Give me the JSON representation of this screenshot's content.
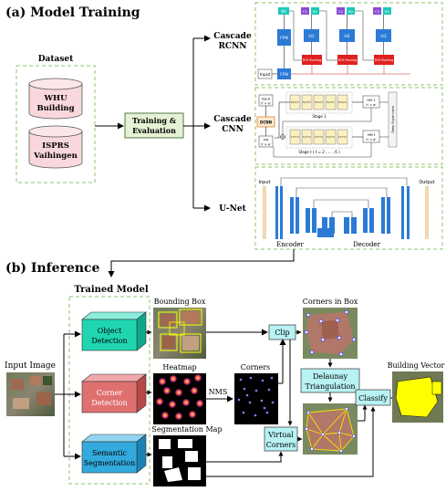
{
  "sections": {
    "training_title": "(a) Model Training",
    "inference_title": "(b) Inference"
  },
  "training": {
    "dataset_label": "Dataset",
    "datasets": [
      {
        "line1": "WHU",
        "line2": "Building"
      },
      {
        "line1": "ISPRS",
        "line2": "Vaihingen"
      }
    ],
    "process": {
      "line1": "Training &",
      "line2": "Evaluation"
    },
    "models": [
      {
        "line1": "Cascade",
        "line2": "RCNN"
      },
      {
        "line1": "Cascade",
        "line2": "CNN"
      },
      {
        "line1": "U-Net",
        "line2": ""
      }
    ],
    "rcnn_diagram": {
      "input": "Input",
      "fpn_top": "FPN",
      "fpn_bottom": "FPN",
      "heads": [
        "H1",
        "H2",
        "H3"
      ],
      "pooling": "ROI Pooling",
      "c_labels": [
        "C1",
        "C2",
        "C3"
      ],
      "b_labels": [
        "B1",
        "B2",
        "B3"
      ],
      "b0": "B0"
    },
    "cnn_diagram": {
      "input": "Input",
      "input_dims": "h' × w'",
      "dcnn": "DCNN",
      "fm": "FM",
      "fm_dims": "h' × w'",
      "conv_top": "3×3 C'",
      "conv_bottom": "7×7 C'",
      "hm1": "HM 1",
      "hmt": "HM t",
      "stage1": "Stage 1",
      "staget": "Stage t ( t = 2 , ... , 6 )",
      "deep_sup": "Deep Supervised"
    },
    "unet_diagram": {
      "input": "Input",
      "output": "Output",
      "encoder": "Encoder",
      "decoder": "Decoder"
    }
  },
  "inference": {
    "trained_model": "Trained Model",
    "input_image": "Input Image",
    "tasks": [
      {
        "line1": "Object",
        "line2": "Detection",
        "color": "#1fd6b0"
      },
      {
        "line1": "Corner",
        "line2": "Detection",
        "color": "#e07070"
      },
      {
        "line1": "Semantic",
        "line2": "Segmentation",
        "color": "#33aadd"
      }
    ],
    "outputs": {
      "bbox": "Bounding Box",
      "heatmap": "Heatmap",
      "segmap": "Segmentation Map",
      "corners": "Corners",
      "nms": "NMS",
      "corners_in_box": "Corners in Box",
      "building_vector": "Building Vector"
    },
    "ops": {
      "clip": "Clip",
      "delaunay": {
        "line1": "Delaunay",
        "line2": "Triangulation"
      },
      "virtual": {
        "line1": "Virtual",
        "line2": "Corners"
      },
      "classify": "Classify"
    }
  },
  "colors": {
    "green_box": "#e5f2d5",
    "green_border": "#78b84a",
    "cyan_box": "#b8f2f2",
    "pink_cyl": "#f8d8dc",
    "blue_bar": "#2b7ad6",
    "yellow_poly": "#ffff00"
  }
}
